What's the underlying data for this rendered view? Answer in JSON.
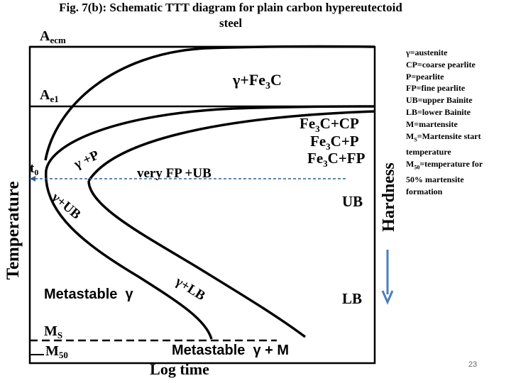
{
  "slide": {
    "title_line1": "Fig. 7(b): Schematic TTT diagram for plain carbon hypereutectoid",
    "title_line2": "steel",
    "page_number": "23"
  },
  "axes": {
    "y_label": "Temperature",
    "x_label": "Log time",
    "hardness_label": "Hardness"
  },
  "levels": {
    "a_ecm": {
      "main": "A",
      "sub": "ecm"
    },
    "a_e1": {
      "main": "A",
      "sub": "e1"
    },
    "t0": {
      "main": "t",
      "sub": "0"
    },
    "ms": {
      "main": "M",
      "sub": "S"
    },
    "m50": {
      "main": "M",
      "sub": "50"
    }
  },
  "regions": {
    "gamma_fe3c": {
      "pre": "γ+Fe",
      "sub": "3",
      "post": "C"
    },
    "gamma_p": "γ +P",
    "very_fp_ub": "very FP +UB",
    "gamma_ub": "γ+UB",
    "gamma_lb": "γ+LB",
    "metastable_gamma": "Metastable  γ",
    "metastable_gamma_m": "Metastable  γ + M",
    "fe3c_cp": {
      "pre": "Fe",
      "sub": "3",
      "post": "C+CP"
    },
    "fe3c_p": {
      "pre": "Fe",
      "sub": "3",
      "post": "C+P"
    },
    "fe3c_fp": {
      "pre": "Fe",
      "sub": "3",
      "post": "C+FP"
    },
    "ub": "UB",
    "lb": "LB"
  },
  "legend": [
    {
      "text": "γ=austenite"
    },
    {
      "text": "CP=coarse pearlite"
    },
    {
      "text": "P=pearlite"
    },
    {
      "text": "FP=fine pearlite"
    },
    {
      "text": "UB=upper Bainite"
    },
    {
      "text": "LB=lower Bainite"
    },
    {
      "text": "M=martensite"
    },
    {
      "pre": "M",
      "sub": "S",
      "post": "=Martensite start"
    },
    {
      "text": "temperature"
    },
    {
      "pre": "M",
      "sub": "50",
      "post": "=temperature for"
    },
    {
      "text": "50% martensite"
    },
    {
      "text": "formation"
    }
  ],
  "colors": {
    "curve": "#000000",
    "t0_line": "#2f5f8f",
    "arrow": "#4a7ebb"
  }
}
